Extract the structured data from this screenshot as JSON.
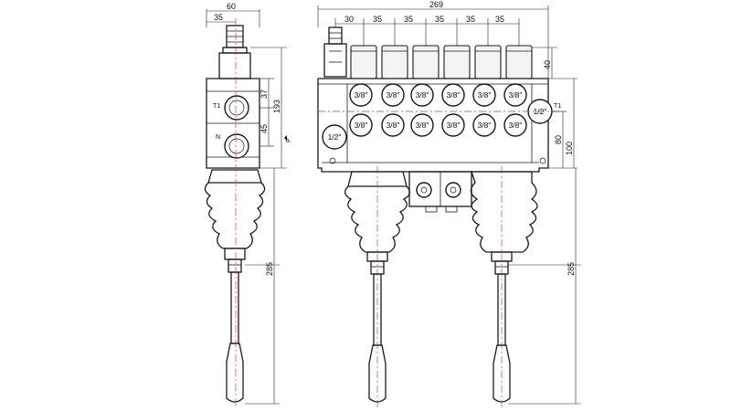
{
  "dimensions": {
    "side_width": "60",
    "side_offset": "35",
    "side_h1": "37",
    "side_h2": "45",
    "side_height": "193",
    "lever_length": "285",
    "total_width": "269",
    "first_spacing": "30",
    "spacing": [
      "35",
      "35",
      "35",
      "35",
      "35"
    ],
    "top_offset": "40",
    "mid_height": "80",
    "body_height": "100",
    "lever_length_right": "285"
  },
  "ports": {
    "work_ports": [
      "3/8\"",
      "3/8\"",
      "3/8\"",
      "3/8\"",
      "3/8\"",
      "3/8\"",
      "3/8\"",
      "3/8\"",
      "3/8\"",
      "3/8\"",
      "3/8\"",
      "3/8\""
    ],
    "inlet": "1/2\"",
    "outlet": "1/2\""
  },
  "labels": {
    "t1": "T1",
    "n": "N",
    "p": "P",
    "t1_right": "T1"
  }
}
